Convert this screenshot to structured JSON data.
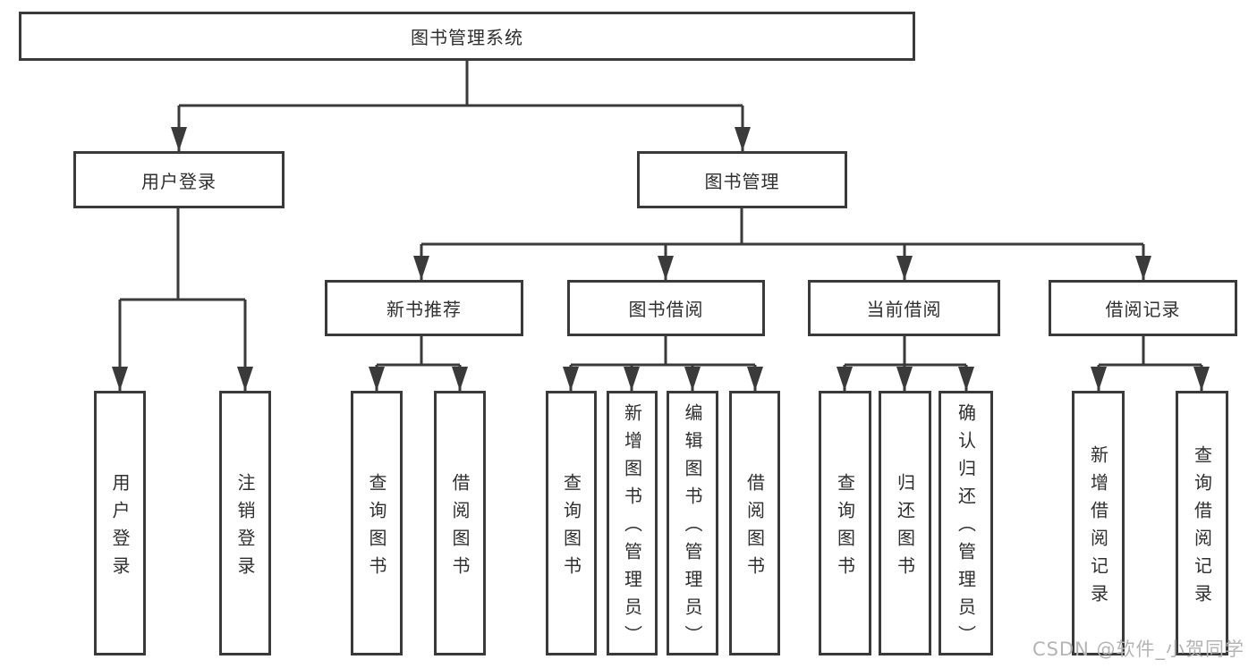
{
  "title": "图书管理系统",
  "tree": {
    "label": "图书管理系统",
    "children": [
      {
        "label": "用户登录",
        "children": [
          {
            "label": "用户登录"
          },
          {
            "label": "注销登录"
          }
        ]
      },
      {
        "label": "图书管理",
        "children": [
          {
            "label": "新书推荐",
            "children": [
              {
                "label": "查询图书"
              },
              {
                "label": "借阅图书"
              }
            ]
          },
          {
            "label": "图书借阅",
            "children": [
              {
                "label": "查询图书"
              },
              {
                "label": "新增图书（管理员）"
              },
              {
                "label": "编辑图书（管理员）"
              },
              {
                "label": "借阅图书"
              }
            ]
          },
          {
            "label": "当前借阅",
            "children": [
              {
                "label": "查询图书"
              },
              {
                "label": "归还图书"
              },
              {
                "label": "确认归还（管理员）"
              }
            ]
          },
          {
            "label": "借阅记录",
            "children": [
              {
                "label": "新增借阅记录"
              },
              {
                "label": "查询借阅记录"
              }
            ]
          }
        ]
      }
    ]
  },
  "watermark": {
    "text": "CSDN @软件_小贺同学"
  },
  "colors": {
    "line": "#3a3a3a",
    "text": "#2f2f2f",
    "watermark": "#b4b4b4",
    "background": "#ffffff"
  }
}
